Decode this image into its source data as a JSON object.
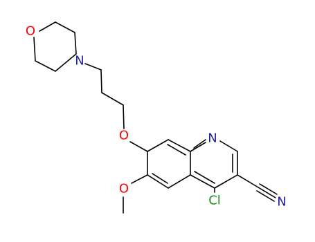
{
  "molecule": {
    "colors": {
      "bond": "#000000",
      "O": "#ff0000",
      "N": "#2020a0",
      "Cl": "#1a8c1a"
    },
    "labels": {
      "morpholine_o": "O",
      "morpholine_n": "N",
      "ether_o": "O",
      "methoxy_o": "O",
      "ring_n": "N",
      "chloro": "Cl",
      "nitrile_n": "N"
    }
  }
}
